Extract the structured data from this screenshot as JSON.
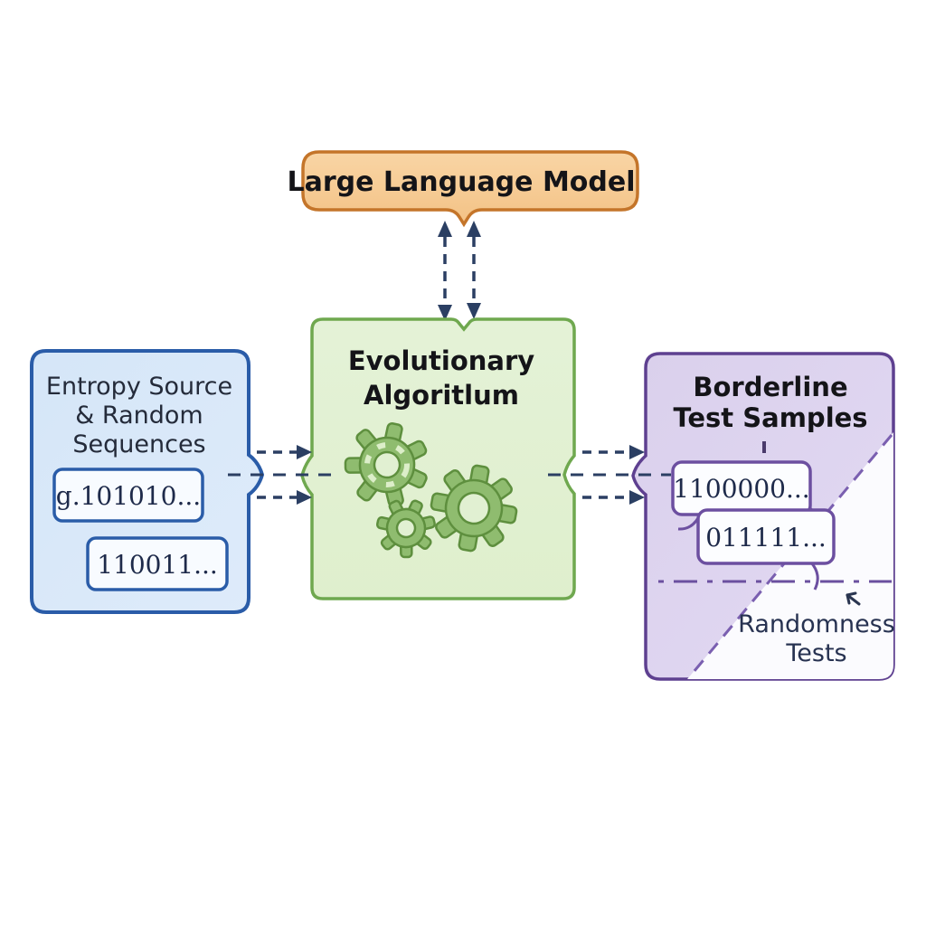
{
  "llm_box": {
    "label": "Large Language Model"
  },
  "entropy_box": {
    "title_lines": [
      "Entropy Source",
      "& Random",
      "Sequences"
    ],
    "samples": [
      "g.101010...",
      "110011..."
    ]
  },
  "evolutionary_box": {
    "title_lines": [
      "Evolutionary",
      "Algoritlum"
    ]
  },
  "borderline_box": {
    "title_lines": [
      "Borderline",
      "Test Samples"
    ],
    "samples": [
      "1100000...",
      "011111..."
    ],
    "region_label_lines": [
      "Randomness",
      "Tests"
    ]
  },
  "icons": {
    "gear-icon": "⚙",
    "cursor-arrow-icon": "↖",
    "dashed-arrow-icon": "⇢"
  },
  "colors": {
    "background": "#FFFFFF",
    "llm_fill": "#F7CD96",
    "llm_border": "#C4752A",
    "entropy_fill": "#D9E8F8",
    "entropy_border": "#2A5CA8",
    "evolutionary_fill": "#E1F0D2",
    "evolutionary_border": "#6FA84F",
    "gear_fill": "#8FBC6F",
    "gear_outline": "#5E8F3E",
    "borderline_fill": "#DCD2EE",
    "borderline_border": "#5E4090",
    "bubble_fill": "#FBFCFF",
    "bubble_border": "#6C4FA0",
    "inner_box_border": "#2A5CA8",
    "arrow_color": "#2B3F63",
    "purple_line": "#7A5FB0",
    "binary_text": "#1E2A4A"
  }
}
